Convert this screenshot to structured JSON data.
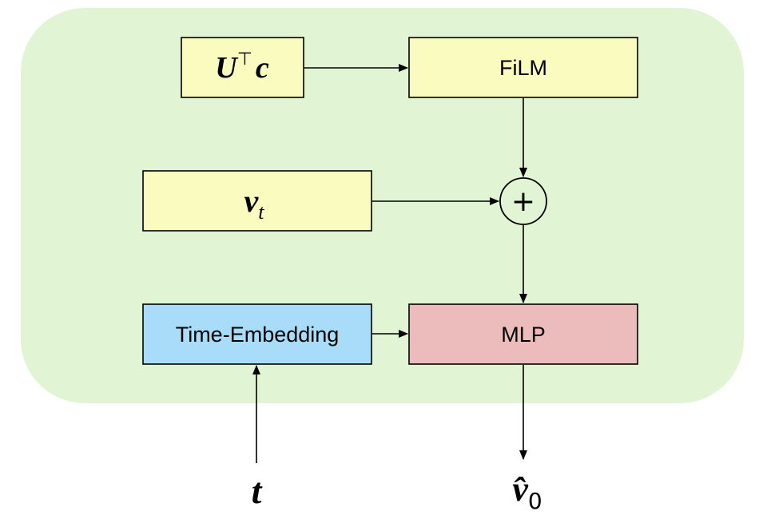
{
  "diagram": {
    "colors": {
      "background_panel": "#e1f5d4",
      "yellow_box": "#fafbbe",
      "blue_box": "#a8dcf8",
      "red_box": "#ecbbbb"
    },
    "nodes": {
      "u_transpose_c": {
        "base": "U",
        "sup": "⊤",
        "tail": "c"
      },
      "film": {
        "label": "FiLM"
      },
      "v_t": {
        "base": "v",
        "sub": "t"
      },
      "add": {
        "symbol": "+"
      },
      "time_embedding": {
        "label": "Time-Embedding"
      },
      "mlp": {
        "label": "MLP"
      },
      "t_input": {
        "label": "t"
      },
      "v0_hat_output": {
        "base": "v̂",
        "sub": "0"
      }
    }
  }
}
